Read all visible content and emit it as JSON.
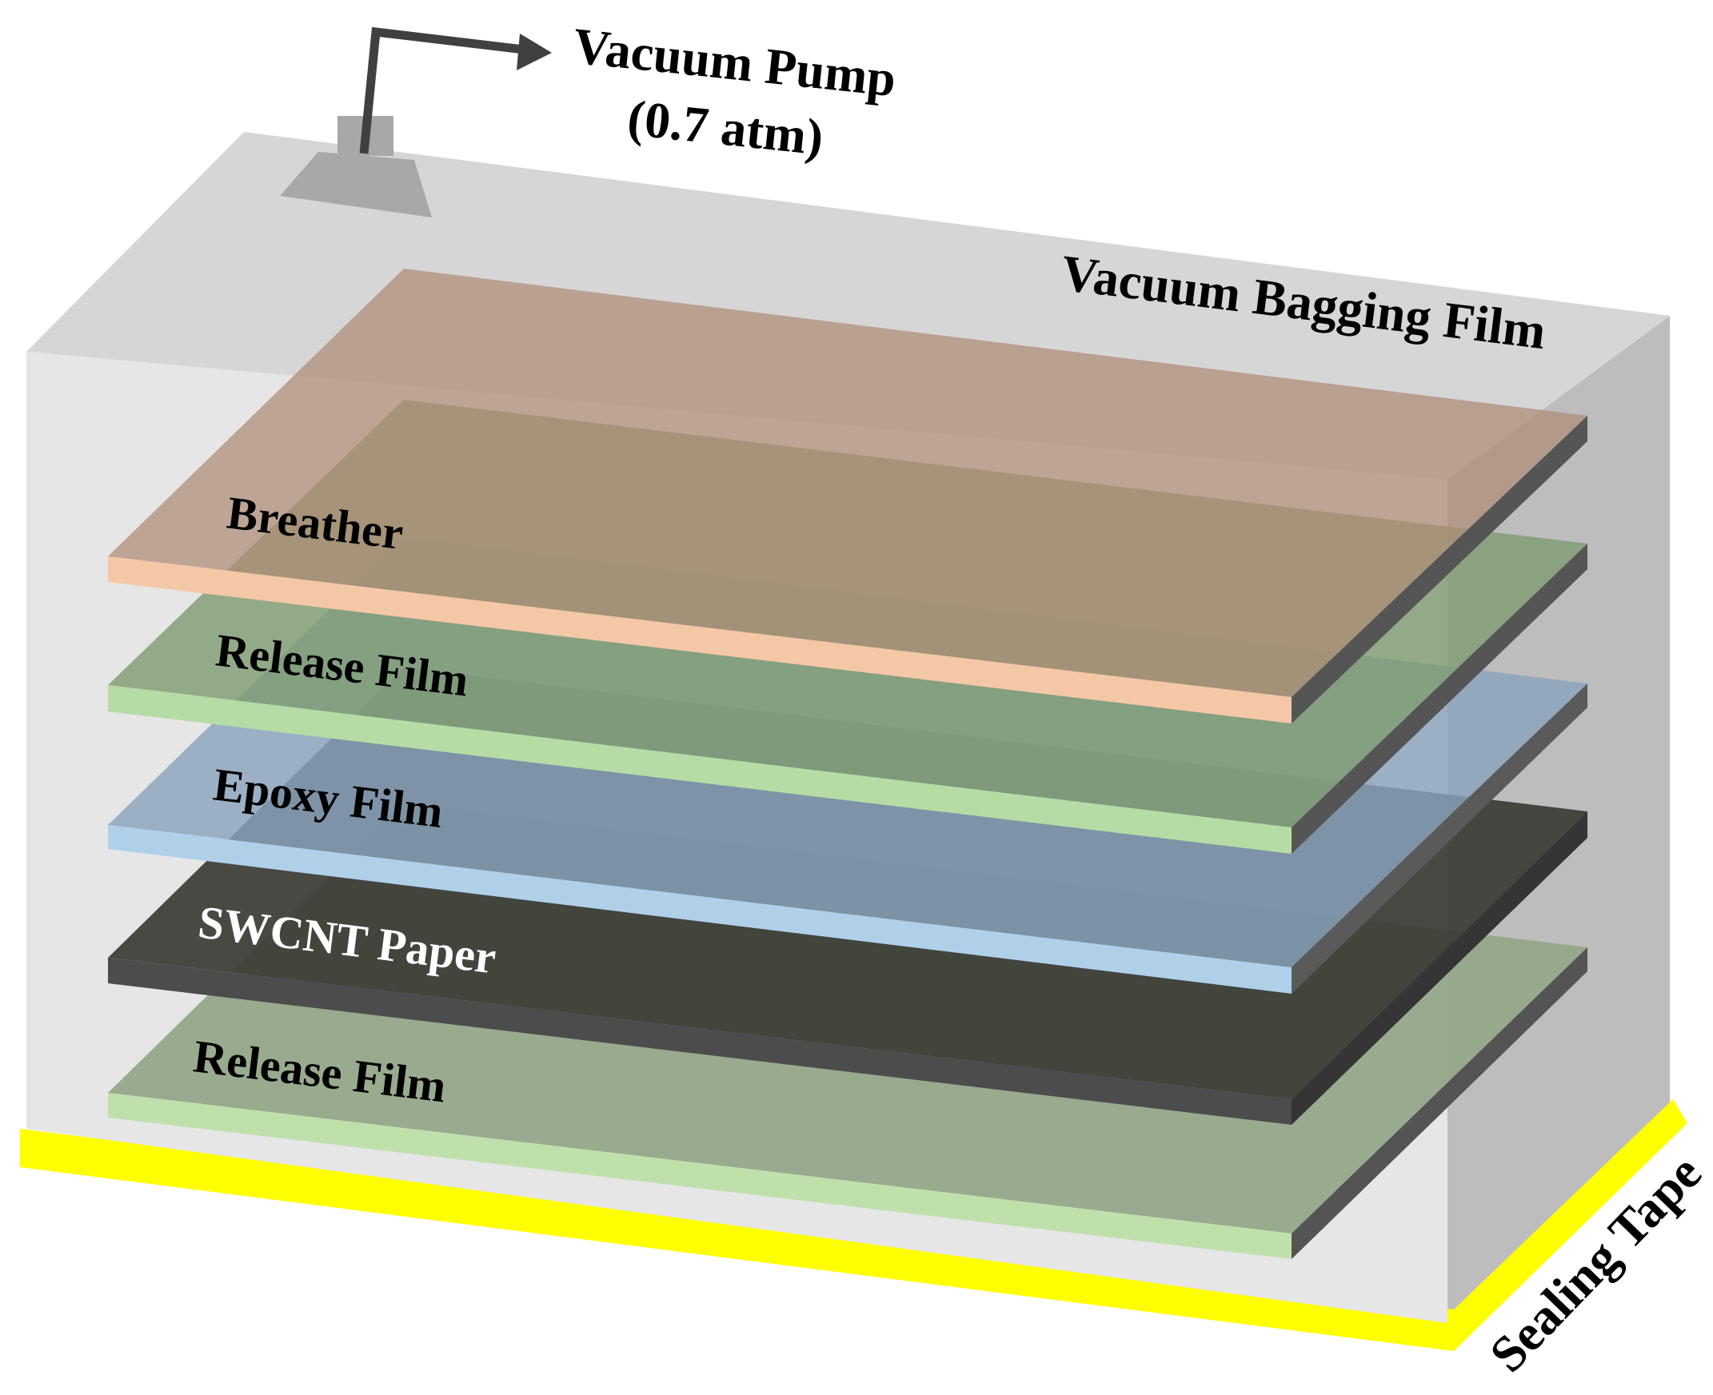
{
  "vacuum_pump": {
    "label": "Vacuum Pump",
    "pressure": "(0.7 atm)"
  },
  "bag": {
    "label": "Vacuum Bagging Film",
    "color": "#d9d9d9"
  },
  "sealing_tape": {
    "label": "Sealing Tape",
    "color": "#ffff00"
  },
  "layers": [
    {
      "label": "Breather",
      "top_color": "#ae8a75",
      "edge_color": "#f4c7a6"
    },
    {
      "label": "Release Film",
      "top_color": "#7f9c72",
      "edge_color": "#b6dca5"
    },
    {
      "label": "Epoxy Film",
      "top_color": "#7e98b3",
      "edge_color": "#b0d0ea"
    },
    {
      "label": "SWCNT Paper",
      "top_color": "#3a3c34",
      "edge_color": "#4c4c4c"
    },
    {
      "label": "Release Film",
      "top_color": "#93a889",
      "edge_color": "#c0e0ab"
    }
  ]
}
